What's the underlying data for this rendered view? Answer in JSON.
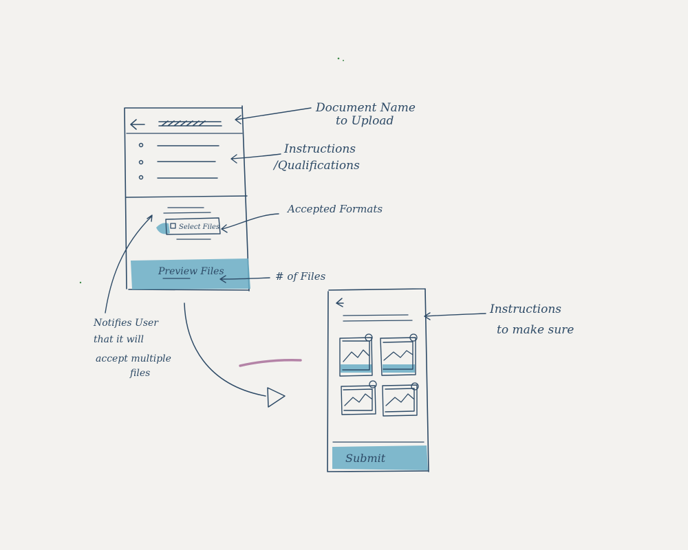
{
  "colors": {
    "paper": "#f3f2ef",
    "ink": "#2d4a66",
    "highlight": "#6aaec6",
    "stray_mark": "#a8709a"
  },
  "screen_one": {
    "back_icon": "arrow-left-icon",
    "select_files_label": "Select Files",
    "preview_button_label": "Preview Files"
  },
  "screen_two": {
    "submit_button_label": "Submit",
    "photo_icon": "image-placeholder-icon"
  },
  "annotations": {
    "document_name": [
      "Document Name",
      "to Upload"
    ],
    "instructions": [
      "Instructions",
      "/Qualifications"
    ],
    "accepted_formats": "Accepted Formats",
    "file_count": "# of Files",
    "notifies": [
      "Notifies User",
      "that it will",
      "accept multiple",
      "files"
    ],
    "instructions_sure": [
      "Instructions",
      "to make sure"
    ]
  }
}
